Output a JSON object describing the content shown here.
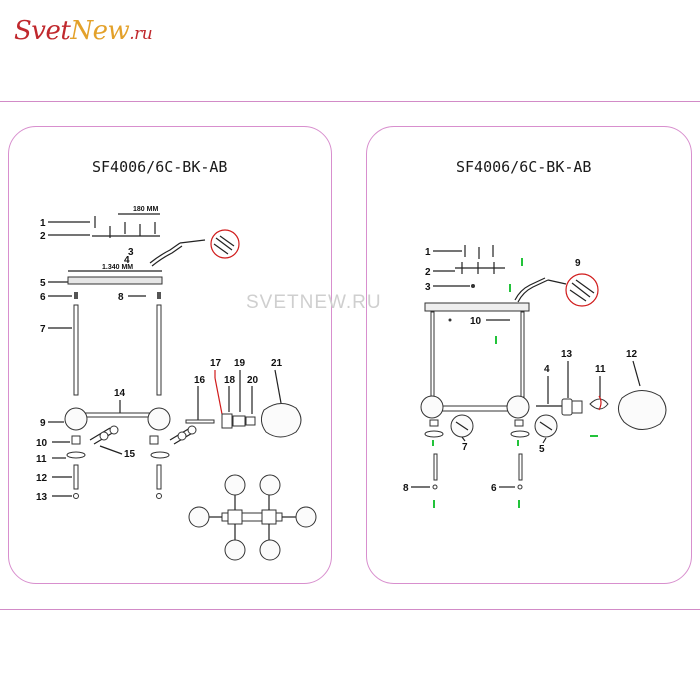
{
  "logo": {
    "part1": "Svet",
    "part2": "New",
    "part3": ".ru"
  },
  "watermark": "SVETNEW.RU",
  "left_panel": {
    "model": "SF4006/6C-BK-AB",
    "dim_small": "180 MM",
    "dim_large": "1.340 MM",
    "labels": [
      "1",
      "2",
      "3",
      "4",
      "5",
      "6",
      "7",
      "8",
      "9",
      "10",
      "11",
      "12",
      "13",
      "14",
      "15",
      "16",
      "17",
      "18",
      "19",
      "20",
      "21"
    ]
  },
  "right_panel": {
    "model": "SF4006/6C-BK-AB",
    "labels": [
      "1",
      "2",
      "3",
      "4",
      "5",
      "6",
      "7",
      "8",
      "9",
      "10",
      "11",
      "12",
      "13"
    ]
  },
  "colors": {
    "frame": "#d88fce",
    "logo_red": "#c0282d",
    "logo_gold": "#e3a12a",
    "accent_red": "#d01b1b",
    "accent_green": "#22c33a"
  }
}
